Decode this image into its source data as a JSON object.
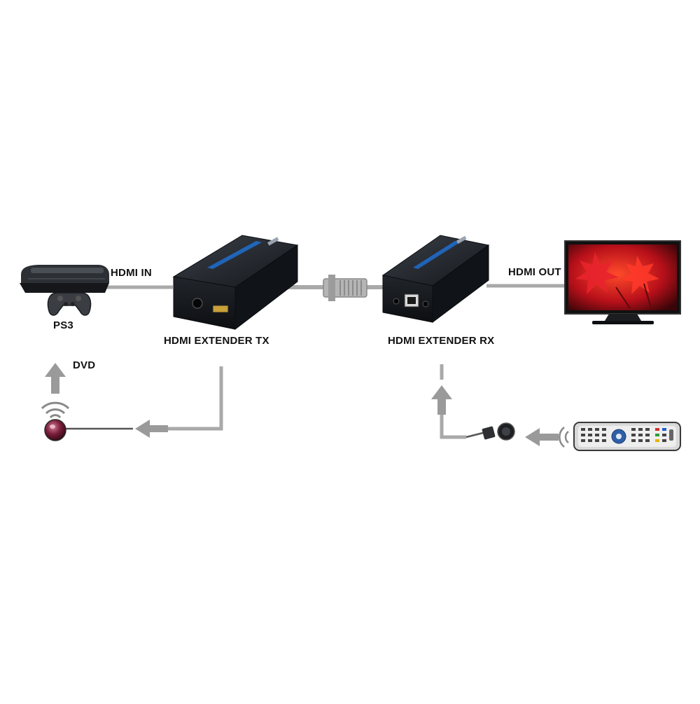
{
  "labels": {
    "source_device": "PS3",
    "hdmi_in": "HDMI IN",
    "transmitter": "HDMI EXTENDER TX",
    "receiver": "HDMI EXTENDER RX",
    "hdmi_out": "HDMI OUT",
    "ir_target": "DVD"
  },
  "colors": {
    "line": "#a9a9a9",
    "device_body": "#1c1f24",
    "device_top": "#2c3037",
    "accent_blue": "#1e6fd0",
    "tv_red": "#c8141e"
  }
}
